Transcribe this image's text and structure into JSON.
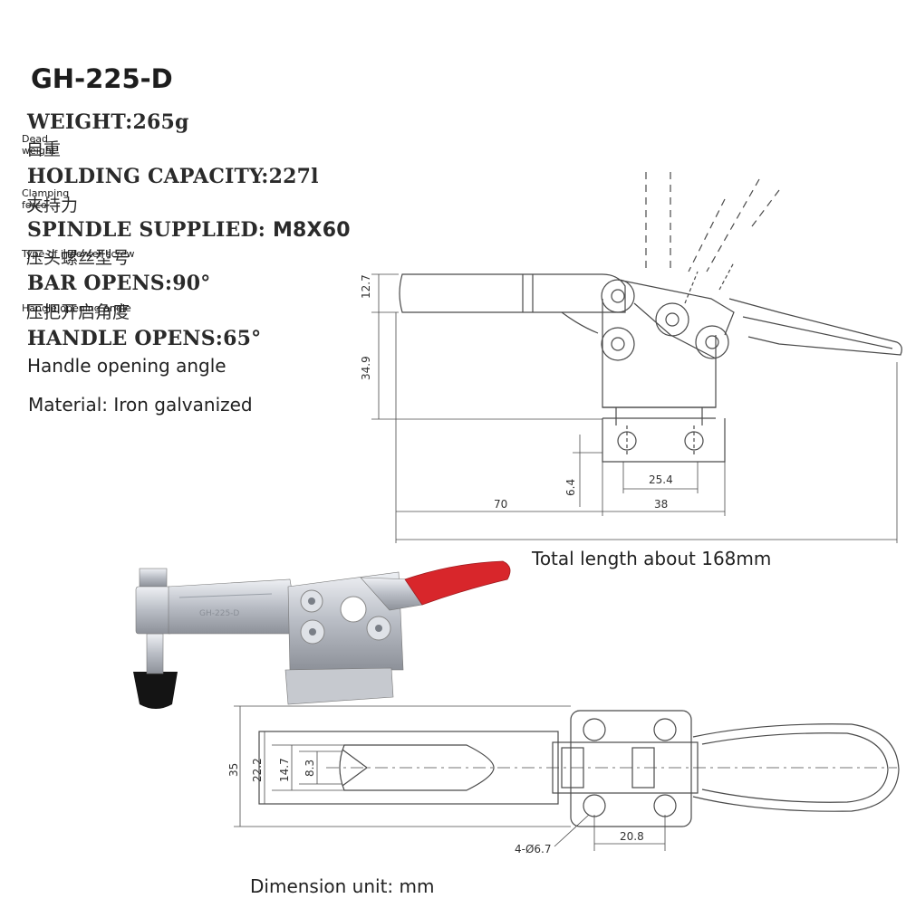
{
  "model": "GH-225-D",
  "specs": {
    "weight": "WEIGHT:265g",
    "weight_cn": "自重",
    "weight_en": "Dead weight",
    "holding": "HOLDING CAPACITY:227l",
    "holding_cn": "夹持力",
    "holding_en": "Clamping force",
    "spindle_label": "SPINDLE SUPPLIED: ",
    "spindle_value": "M8X60",
    "spindle_cn": "压头螺丝型号",
    "spindle_en": "Type of indenter screw",
    "bar": "BAR OPENS:90°",
    "bar_cn": "压把开启角度",
    "bar_en": "Handle opening angle",
    "handle": "HANDLE OPENS:65°",
    "handle_en": "Handle opening angle"
  },
  "material": "Material: Iron galvanized",
  "total_length": "Total length about 168mm",
  "unit_note": "Dimension unit: mm",
  "side_dims": {
    "d12_7": "12.7",
    "d34_9": "34.9",
    "d6_4": "6.4",
    "d25_4": "25.4",
    "d70": "70",
    "d38": "38"
  },
  "top_dims": {
    "d35": "35",
    "d22_2": "22.2",
    "d14_7": "14.7",
    "d8_3": "8.3",
    "holes": "4-Ø6.7",
    "d20_8": "20.8"
  },
  "product_label": "GH-225-D",
  "colors": {
    "handle_red": "#d8262b",
    "metal": "#c9ccd2",
    "rubber": "#141414",
    "line": "#555555"
  }
}
